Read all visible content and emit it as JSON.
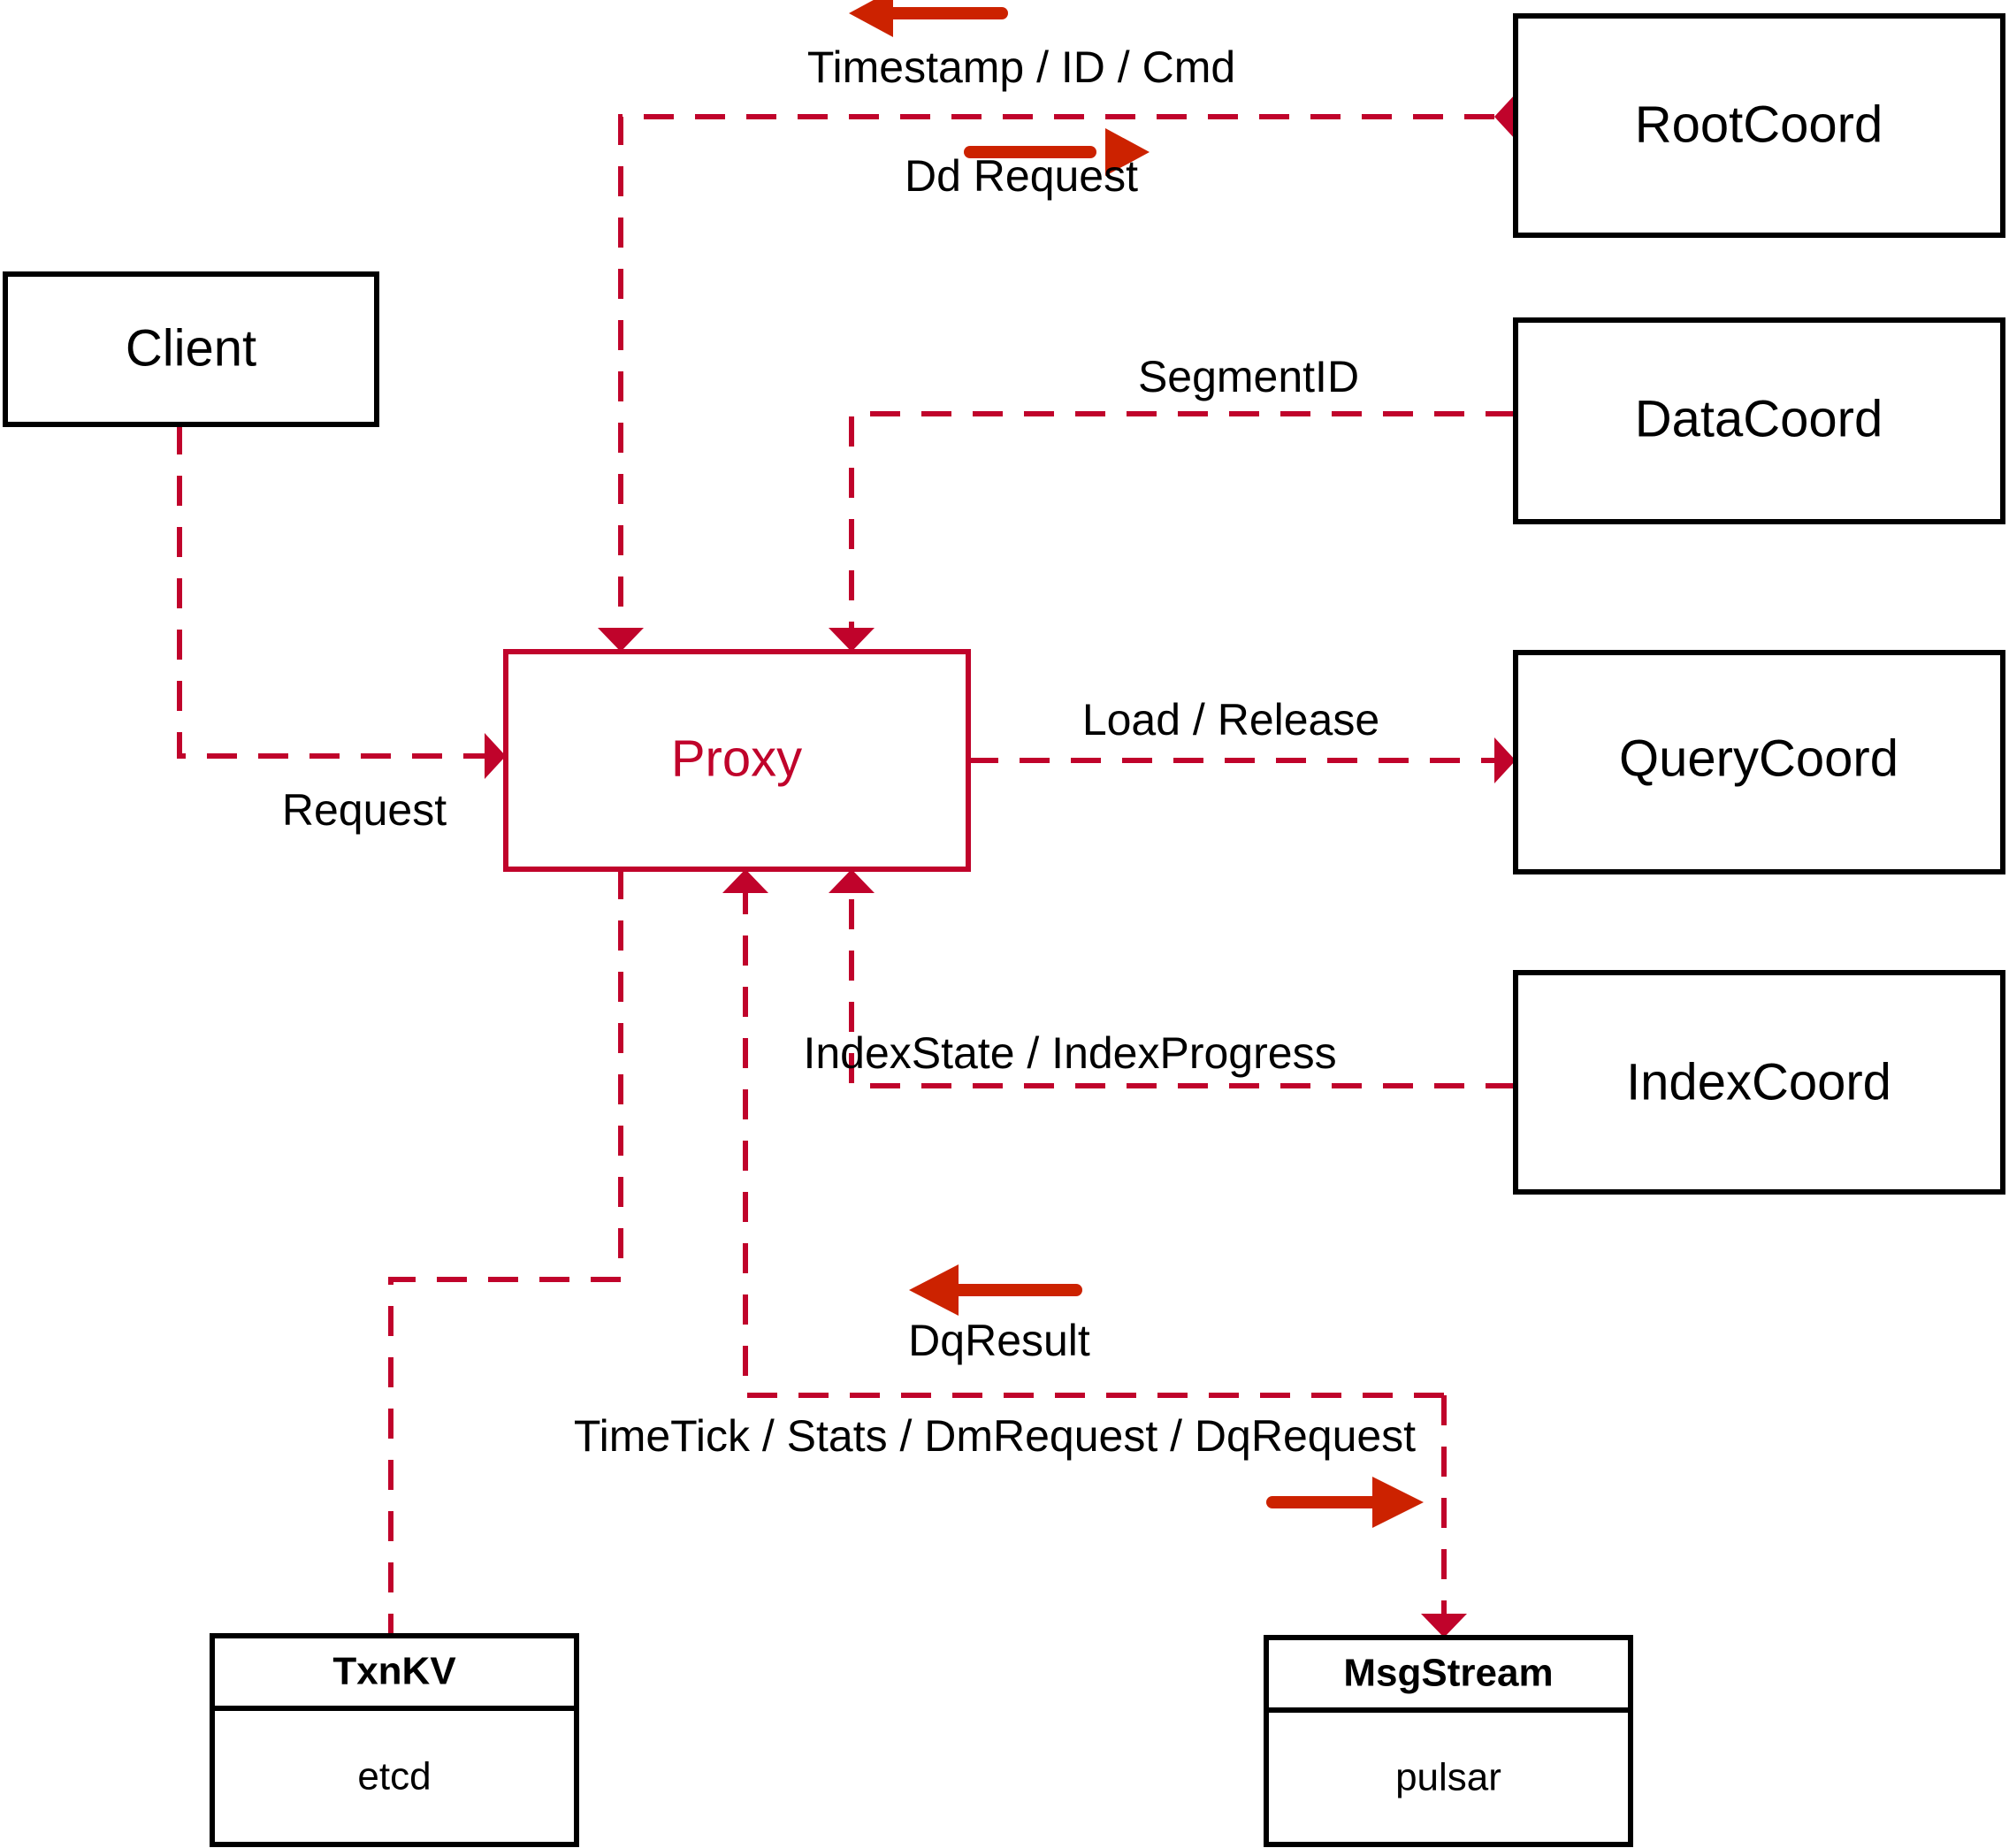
{
  "diagram": {
    "title": "Milvus Proxy interaction diagram",
    "colors": {
      "node_stroke": "#000000",
      "proxy_stroke": "#C0032B",
      "proxy_text": "#C0032B",
      "dashed_edge": "#C0032B",
      "bold_arrow": "#CC2200",
      "background": "#FFFFFF",
      "label_text": "#000000"
    },
    "nodes": [
      {
        "id": "client",
        "label": "Client"
      },
      {
        "id": "proxy",
        "label": "Proxy"
      },
      {
        "id": "rootcoord",
        "label": "RootCoord"
      },
      {
        "id": "datacoord",
        "label": "DataCoord"
      },
      {
        "id": "querycoord",
        "label": "QueryCoord"
      },
      {
        "id": "indexcoord",
        "label": "IndexCoord"
      }
    ],
    "compartment_nodes": [
      {
        "id": "txnkv",
        "title": "TxnKV",
        "body": "etcd"
      },
      {
        "id": "msgstream",
        "title": "MsgStream",
        "body": "pulsar"
      }
    ],
    "edge_labels": [
      {
        "id": "timestamp-id-cmd",
        "text": "Timestamp / ID / Cmd"
      },
      {
        "id": "dd-request",
        "text": "Dd Request"
      },
      {
        "id": "segmentid",
        "text": "SegmentID"
      },
      {
        "id": "request",
        "text": "Request"
      },
      {
        "id": "load-release",
        "text": "Load / Release"
      },
      {
        "id": "index-state",
        "text": "IndexState / IndexProgress"
      },
      {
        "id": "dq-result",
        "text": "DqResult"
      },
      {
        "id": "timetick-stats",
        "text": "TimeTick / Stats / DmRequest / DqRequest"
      }
    ]
  }
}
